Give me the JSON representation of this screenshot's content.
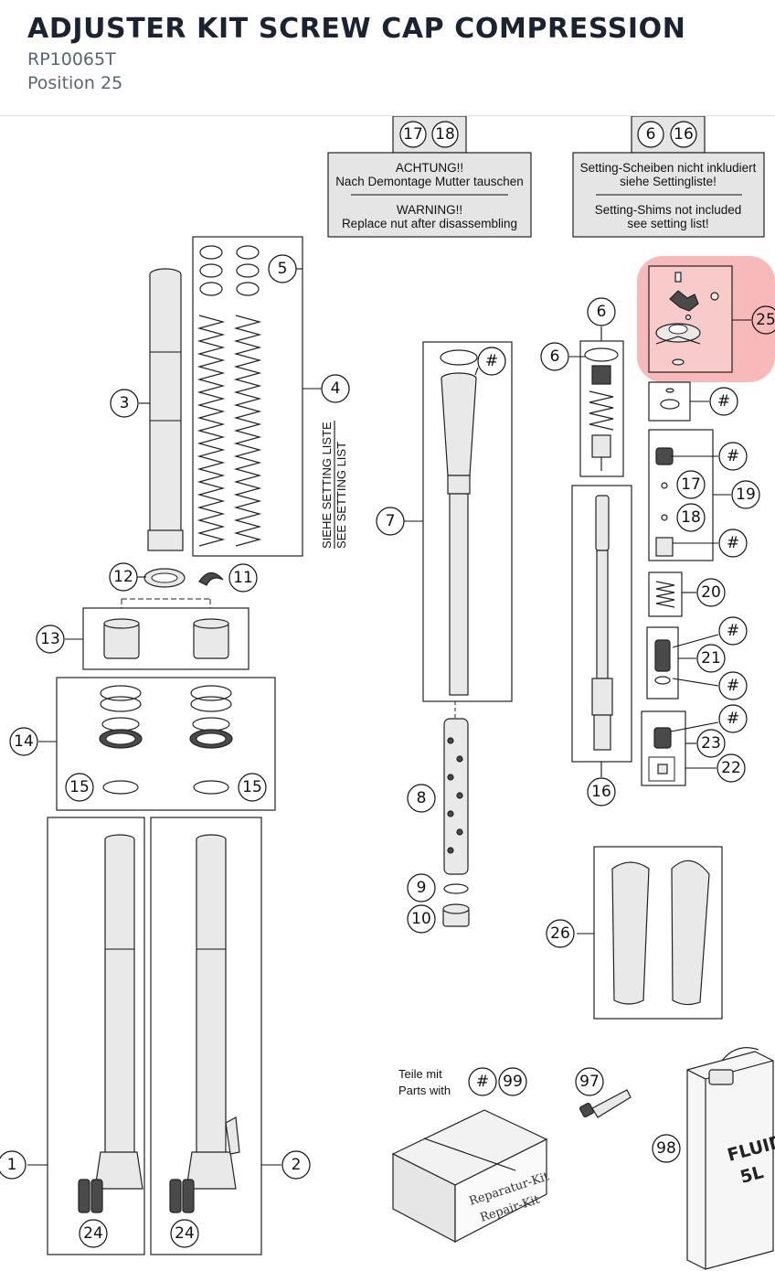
{
  "header": {
    "title": "ADJUSTER KIT SCREW CAP COMPRESSION",
    "part_number": "RP10065T",
    "position": "Position 25"
  },
  "diagram": {
    "highlight_color": "#f08080",
    "highlighted_callout": "25",
    "warning_left": {
      "refs": [
        "17",
        "18"
      ],
      "line1": "ACHTUNG!!",
      "line2": "Nach Demontage Mutter tauschen",
      "line3": "WARNING!!",
      "line4": "Replace nut after disassembling"
    },
    "warning_right": {
      "refs": [
        "6",
        "16"
      ],
      "line1": "Setting-Scheiben nicht inkludiert",
      "line2": "siehe Settingliste!",
      "line3": "Setting-Shims not included",
      "line4": "see setting list!"
    },
    "setting_list_de": "SIEHE SETTING LISTE",
    "setting_list_en": "SEE SETTING LIST",
    "kit_note_de": "Teile mit",
    "kit_note_en": "Parts with",
    "kit_refs": [
      "#",
      "99"
    ],
    "repair_box_de": "Reparatur-Kit",
    "repair_box_en": "Repair-Kit",
    "fluid_label_1": "FLUID",
    "fluid_label_2": "5L",
    "callouts": {
      "c1": "1",
      "c2": "2",
      "c3": "3",
      "c4": "4",
      "c5": "5",
      "c6a": "6",
      "c6b": "6",
      "c7": "7",
      "c8": "8",
      "c9": "9",
      "c10": "10",
      "c11": "11",
      "c12": "12",
      "c13": "13",
      "c14": "14",
      "c15a": "15",
      "c15b": "15",
      "c16": "16",
      "c17": "17",
      "c18": "18",
      "c19": "19",
      "c20": "20",
      "c21": "21",
      "c22": "22",
      "c23": "23",
      "c24a": "24",
      "c24b": "24",
      "c25": "25",
      "c26": "26",
      "c97": "97",
      "c98": "98",
      "h_c7": "#",
      "h_6": "#",
      "h_19a": "#",
      "h_19b": "#",
      "h_21a": "#",
      "h_21b": "#",
      "h_23": "#"
    }
  }
}
